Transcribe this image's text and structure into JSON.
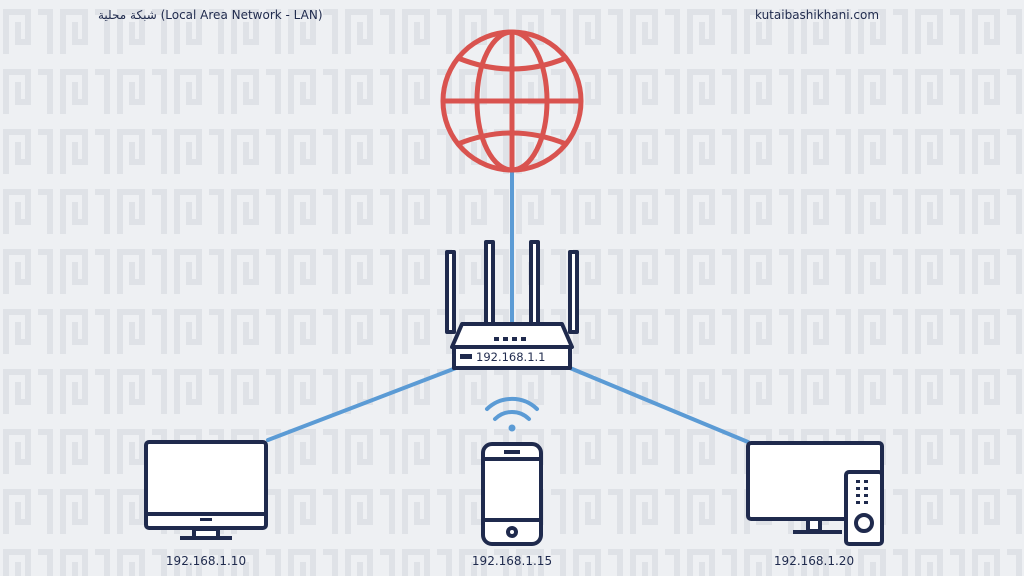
{
  "header": {
    "title": "شبكة محلية (Local Area Network - LAN)",
    "site": "kutaibashikhani.com"
  },
  "colors": {
    "internet": "#d9534f",
    "link": "#5b9bd5",
    "device": "#1f2a4d",
    "background": "#eef0f3"
  },
  "internet": {
    "icon": "globe-icon"
  },
  "router": {
    "icon": "router-icon",
    "ip": "192.168.1.1"
  },
  "devices": [
    {
      "icon": "desktop-monitor-icon",
      "ip": "192.168.1.10"
    },
    {
      "icon": "smartphone-icon",
      "ip": "192.168.1.15"
    },
    {
      "icon": "tv-with-remote-icon",
      "ip": "192.168.1.20"
    }
  ],
  "wifi": {
    "icon": "wifi-icon"
  }
}
